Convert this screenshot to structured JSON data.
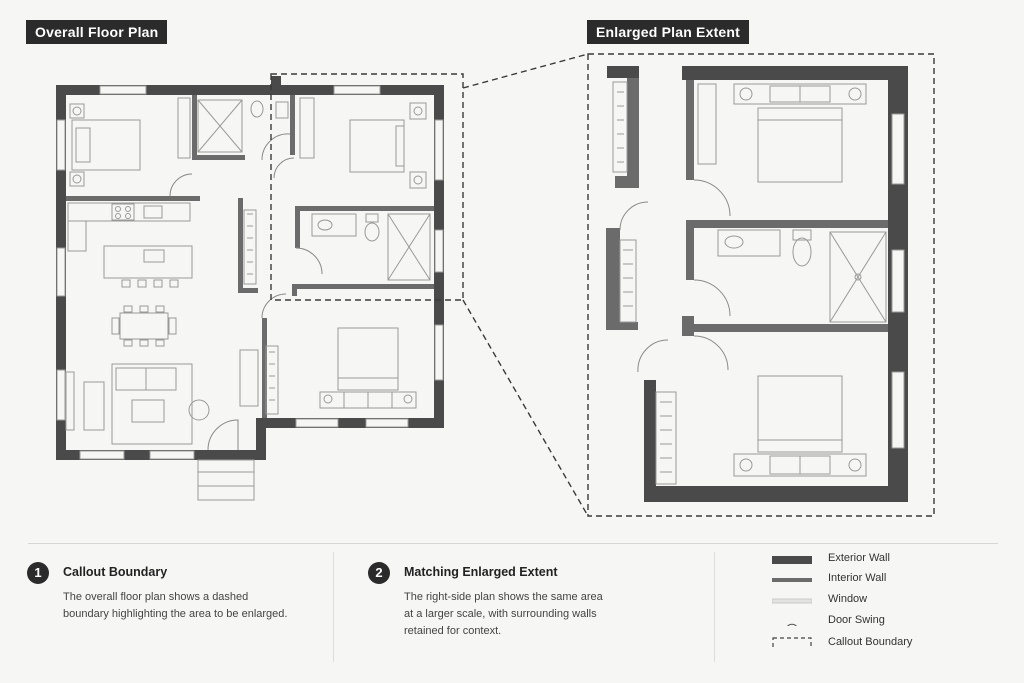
{
  "titles": {
    "overall": "Overall Floor Plan",
    "enlarged": "Enlarged Plan Extent"
  },
  "notes": [
    {
      "number": "1",
      "title": "Callout Boundary",
      "lines": [
        "The overall floor plan shows a dashed",
        "boundary highlighting the area to be enlarged."
      ]
    },
    {
      "number": "2",
      "title": "Matching Enlarged Extent",
      "lines": [
        "The right-side plan shows the same area",
        "at a larger scale, with surrounding walls",
        "retained for context."
      ]
    }
  ],
  "legend": [
    {
      "label": "Exterior Wall",
      "symbol": "exterior-wall"
    },
    {
      "label": "Interior Wall",
      "symbol": "interior-wall"
    },
    {
      "label": "Window",
      "symbol": "window"
    },
    {
      "label": "Door Swing",
      "symbol": "door-swing"
    },
    {
      "label": "Callout Boundary",
      "symbol": "callout-boundary"
    }
  ],
  "colors": {
    "exterior_wall": "#4a4a4a",
    "interior_wall": "#6b6b6b",
    "window": "#c9c9c9",
    "ink": "#2b2b2b",
    "paper": "#f6f6f4"
  }
}
